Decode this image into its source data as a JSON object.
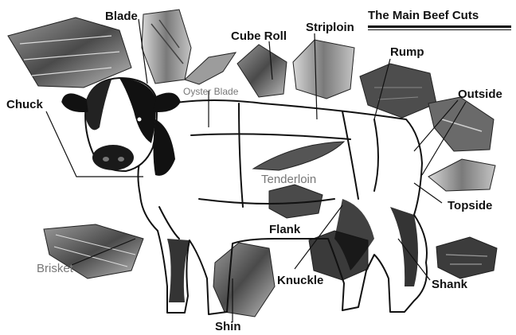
{
  "title": "The Main Beef Cuts",
  "labels": {
    "blade": "Blade",
    "cube_roll": "Cube Roll",
    "striploin": "Striploin",
    "rump": "Rump",
    "outside": "Outside",
    "chuck": "Chuck",
    "oyster_blade": "Oyster Blade",
    "tenderloin": "Tenderloin",
    "flank": "Flank",
    "topside": "Topside",
    "brisket": "Brisket",
    "knuckle": "Knuckle",
    "shank": "Shank",
    "shin": "Shin"
  },
  "colors": {
    "ink": "#111111",
    "meat_dark": "#3a3a3a",
    "meat_mid": "#8a8a8a",
    "meat_light": "#cfcfcf"
  }
}
